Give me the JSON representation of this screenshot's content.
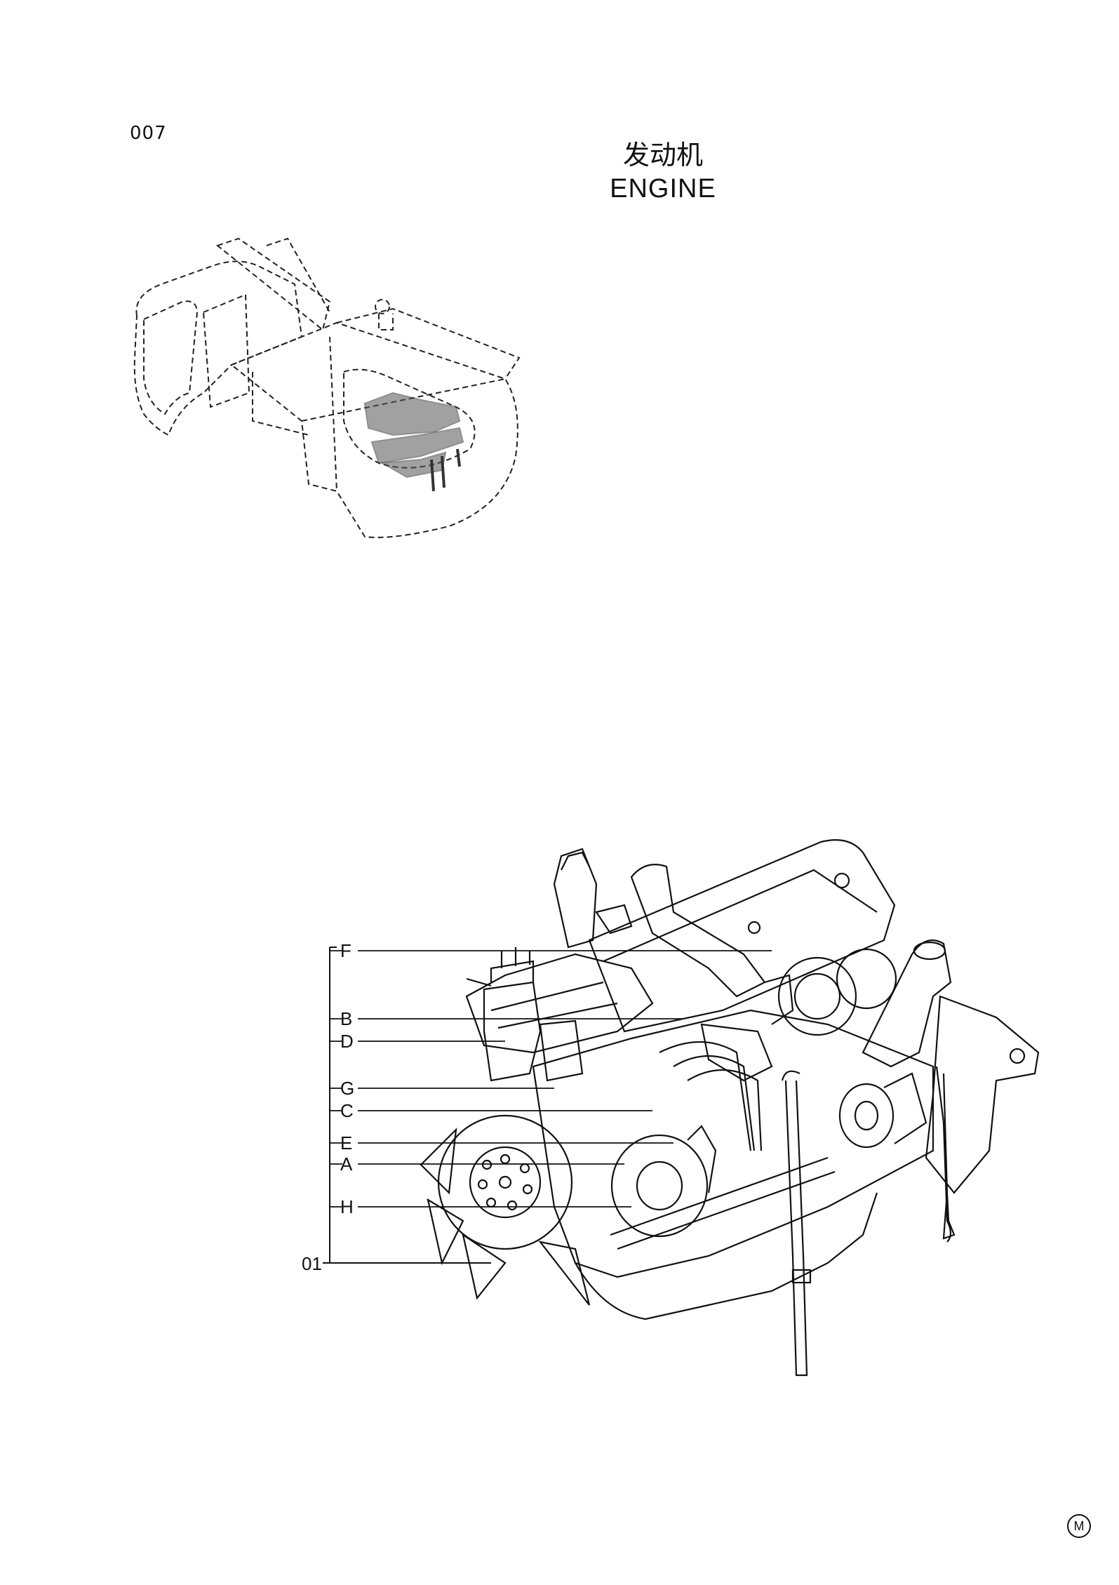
{
  "page": {
    "number": "007",
    "title_cn": "发动机",
    "title_en": "ENGINE",
    "corner_mark": "M"
  },
  "callouts": {
    "assembly": "01",
    "labels": [
      "F",
      "B",
      "D",
      "G",
      "C",
      "E",
      "A",
      "H"
    ]
  }
}
